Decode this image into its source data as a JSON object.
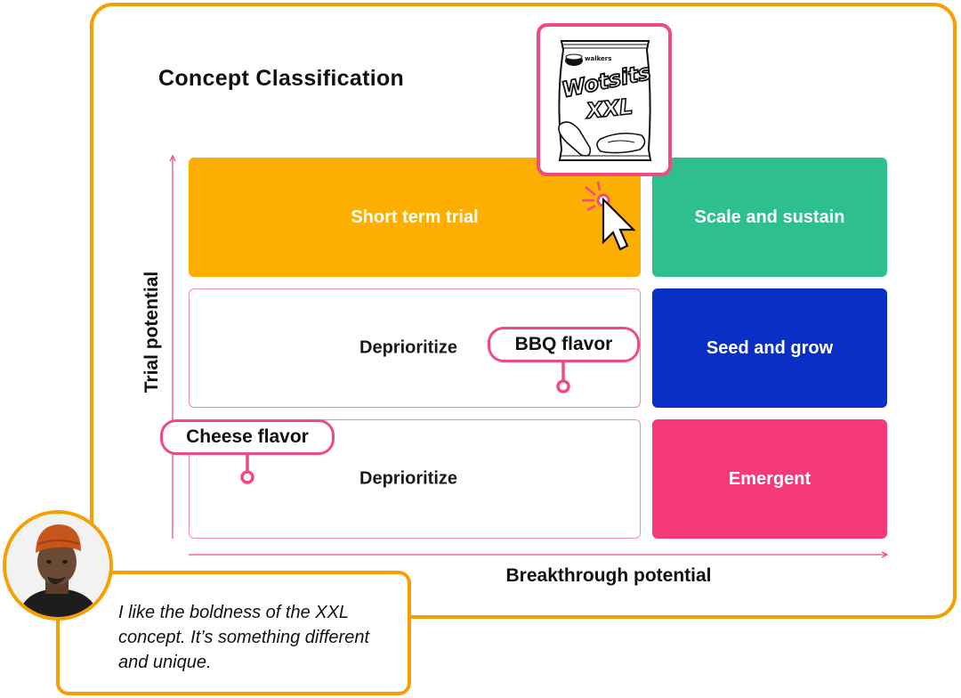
{
  "title": "Concept Classification",
  "axes": {
    "y_label": "Trial potential",
    "x_label": "Breakthrough potential"
  },
  "quadrants": {
    "short_term_trial": "Short term trial",
    "scale_and_sustain": "Scale and sustain",
    "deprioritize_mid": "Deprioritize",
    "seed_and_grow": "Seed and grow",
    "deprioritize_low": "Deprioritize",
    "emergent": "Emergent"
  },
  "markers": {
    "bbq": "BBQ flavor",
    "cheese": "Cheese flavor"
  },
  "product": {
    "brand": "Wotsits",
    "variant": "XXL"
  },
  "quote": {
    "text": "I like the boldness of the XXL concept. It’s something different and unique."
  },
  "colors": {
    "frame": "#f5a000",
    "short_term": "#fcaf00",
    "scale": "#2dbf8e",
    "seed": "#0a2fc6",
    "emergent": "#f5397a",
    "marker": "#ef4b7f"
  },
  "icons": [
    "cursor-arrow-icon",
    "click-burst-icon"
  ]
}
